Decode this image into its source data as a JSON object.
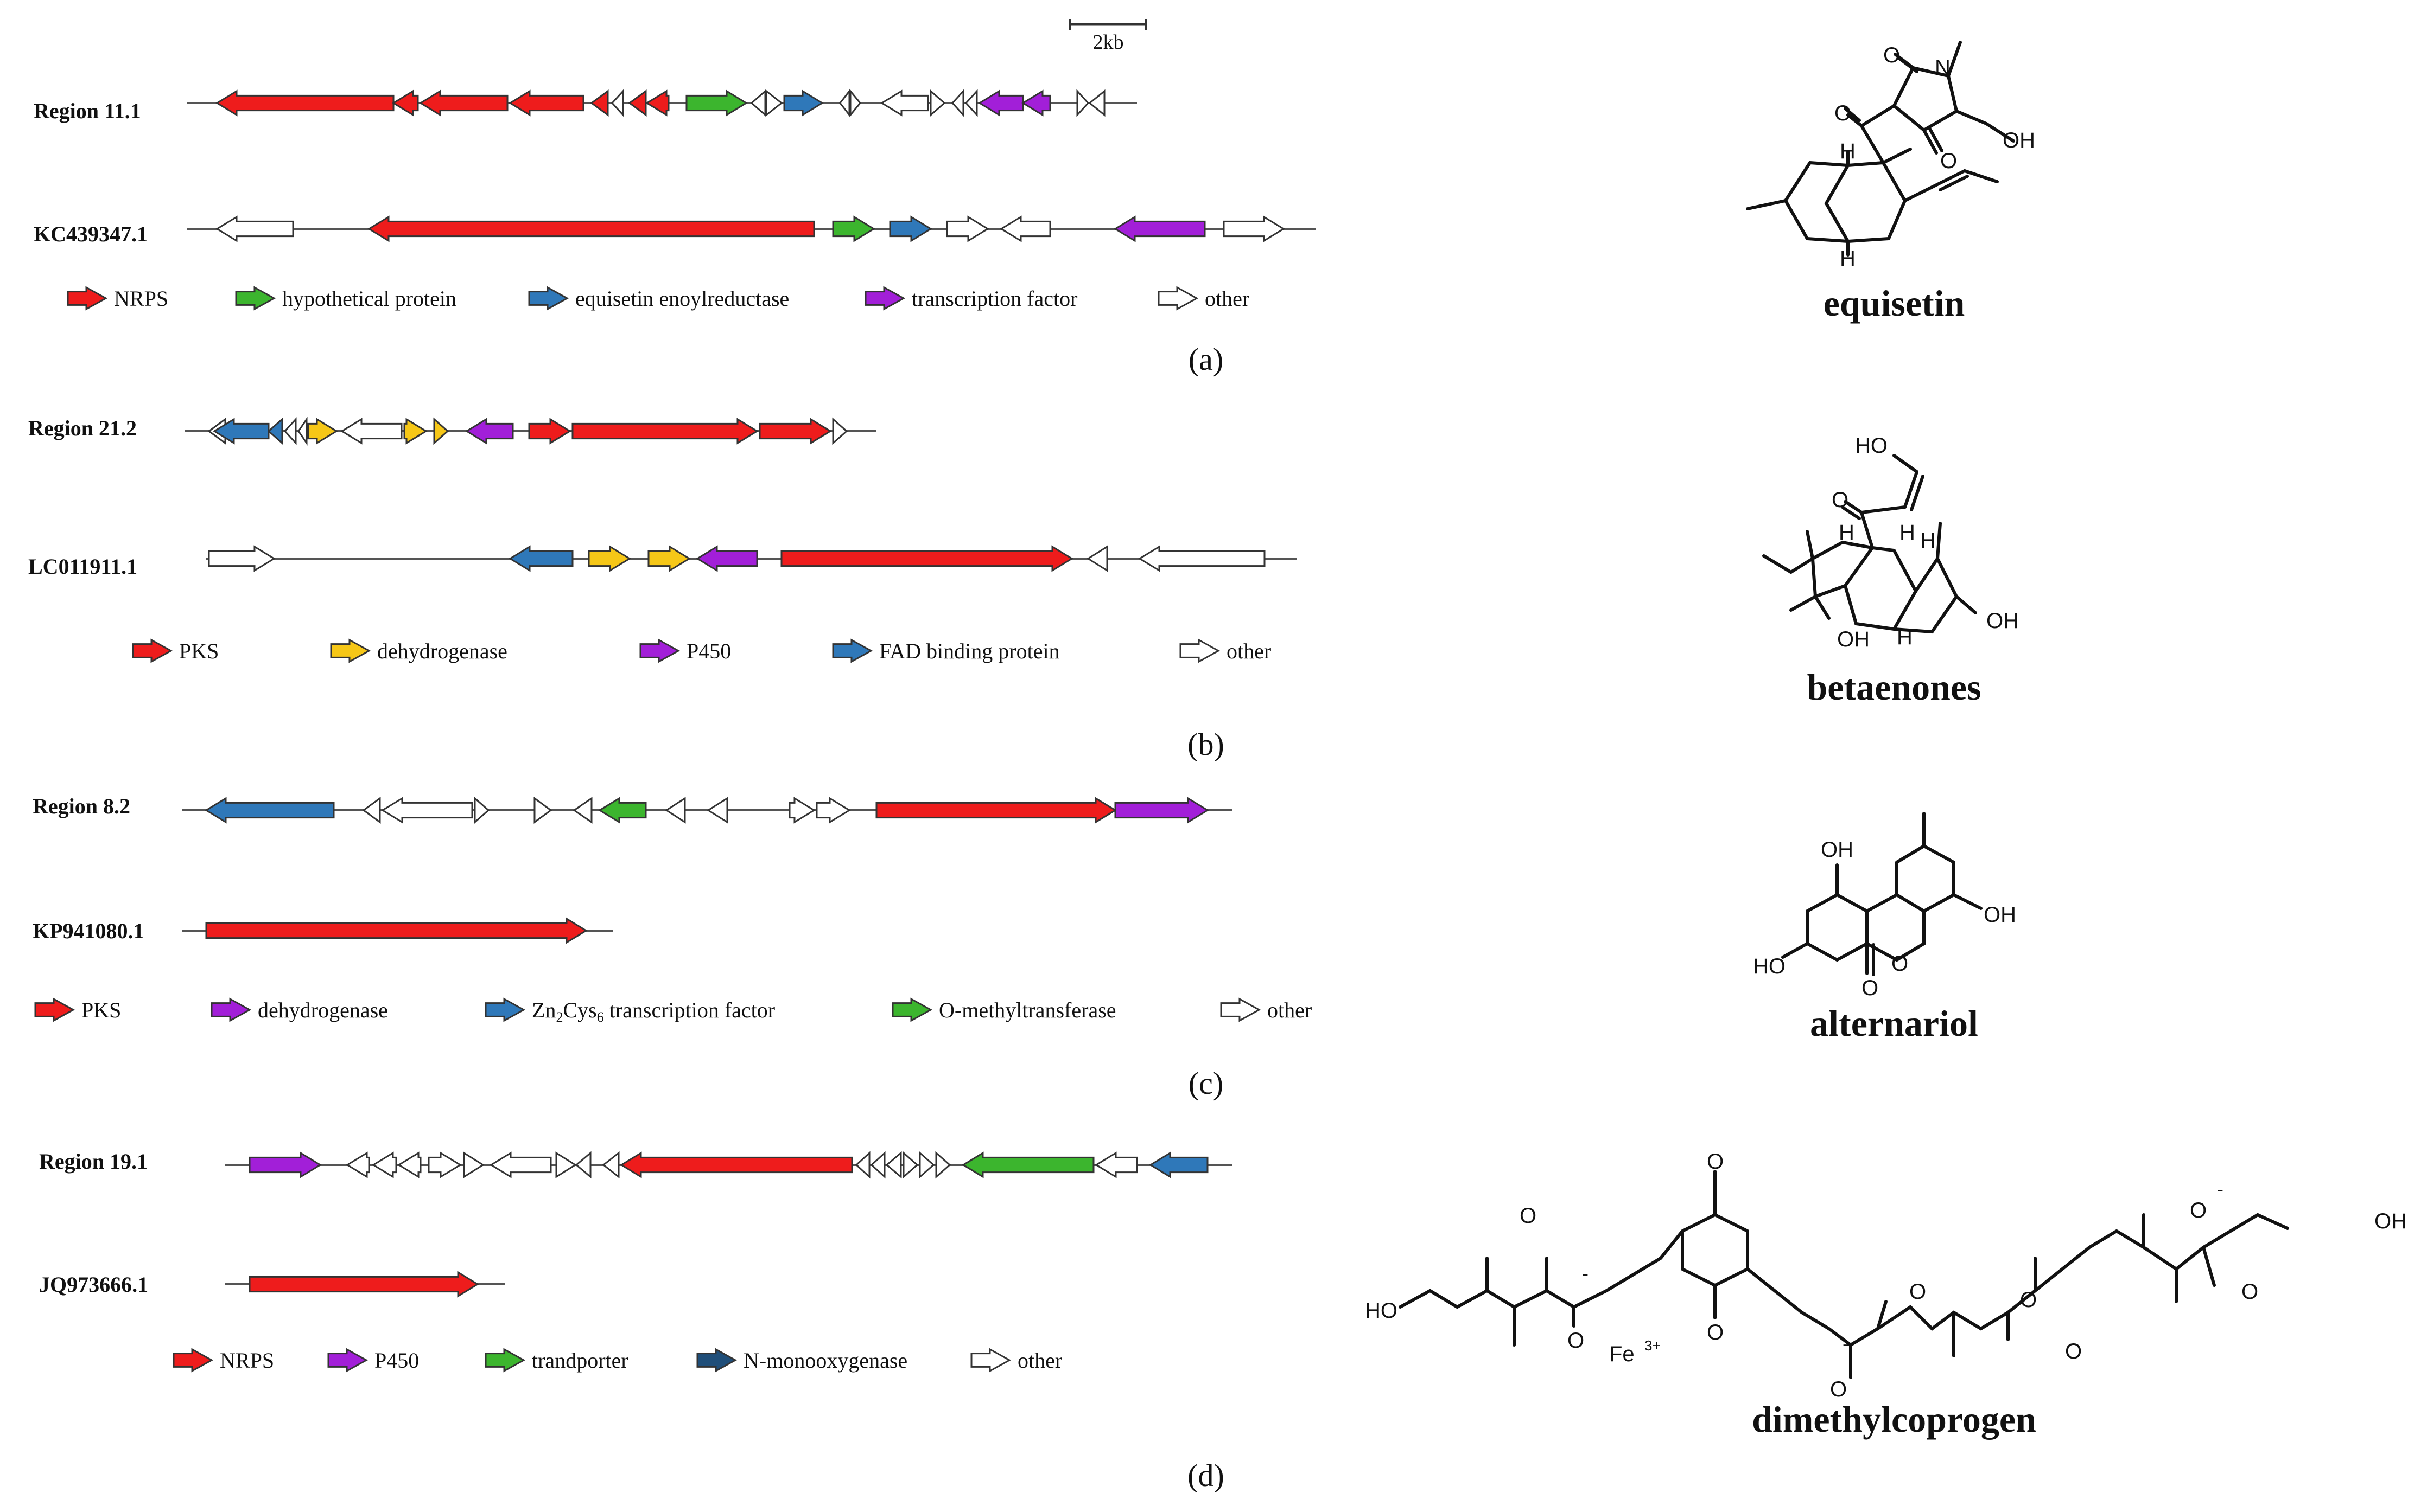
{
  "colors": {
    "red": "#ee1c1c",
    "green": "#3cb52e",
    "blue": "#2f78b9",
    "purple": "#a21fd8",
    "yellow": "#f6c717",
    "navy": "#1f4e79",
    "white": "#ffffff",
    "line": "#555555",
    "stroke": "#333333"
  },
  "scale_bar": {
    "label": "2kb"
  },
  "panels": [
    {
      "id": "a",
      "panel_label": "(a)",
      "tracks": [
        {
          "label": "Region 11.1"
        },
        {
          "label": "KC439347.1"
        }
      ],
      "legend": [
        {
          "color": "red",
          "label": "NRPS"
        },
        {
          "color": "green",
          "label": "hypothetical protein"
        },
        {
          "color": "blue",
          "label": "equisetin enoylreductase"
        },
        {
          "color": "purple",
          "label": "transcription factor"
        },
        {
          "color": "white",
          "label": "other"
        }
      ]
    },
    {
      "id": "b",
      "panel_label": "(b)",
      "tracks": [
        {
          "label": "Region 21.2"
        },
        {
          "label": "LC011911.1"
        }
      ],
      "legend": [
        {
          "color": "red",
          "label": "PKS"
        },
        {
          "color": "yellow",
          "label": "dehydrogenase"
        },
        {
          "color": "purple",
          "label": "P450"
        },
        {
          "color": "blue",
          "label": "FAD binding protein"
        },
        {
          "color": "white",
          "label": "other"
        }
      ]
    },
    {
      "id": "c",
      "panel_label": "(c)",
      "tracks": [
        {
          "label": "Region 8.2"
        },
        {
          "label": "KP941080.1"
        }
      ],
      "legend": [
        {
          "color": "red",
          "label": "PKS"
        },
        {
          "color": "purple",
          "label": "dehydrogenase"
        },
        {
          "color": "blue",
          "label_main": "Zn",
          "label_sub1": "2",
          "label_mid": "Cys",
          "label_sub2": "6",
          "label_rest": " transcription factor"
        },
        {
          "color": "green",
          "label": "O-methyltransferase"
        },
        {
          "color": "white",
          "label": "other"
        }
      ]
    },
    {
      "id": "d",
      "panel_label": "(d)",
      "tracks": [
        {
          "label": "Region 19.1"
        },
        {
          "label": "JQ973666.1"
        }
      ],
      "legend": [
        {
          "color": "red",
          "label": "NRPS"
        },
        {
          "color": "purple",
          "label": "P450"
        },
        {
          "color": "green",
          "label": "trandporter"
        },
        {
          "color": "navy",
          "label": "N-monooxygenase"
        },
        {
          "color": "white",
          "label": "other"
        }
      ]
    }
  ],
  "compounds": [
    {
      "name": "equisetin",
      "atoms": {
        "o1": "O",
        "n": "N",
        "o2": "O",
        "o3": "O",
        "oh": "OH",
        "h1": "H",
        "h2": "H"
      }
    },
    {
      "name": "betaenones",
      "atoms": {
        "ho": "HO",
        "o": "O",
        "h1": "H",
        "h2": "H",
        "h3": "H",
        "h4": "H",
        "oh1": "OH",
        "oh2": "OH"
      }
    },
    {
      "name": "alternariol",
      "atoms": {
        "oh1": "OH",
        "oh2": "OH",
        "ho": "HO",
        "o1": "O",
        "o2": "O"
      }
    },
    {
      "name": "dimethylcoprogen",
      "atoms": {
        "ho": "HO",
        "oh": "OH",
        "fe": "Fe",
        "fe_sup": "3+",
        "o_a": "O",
        "o_b": "O",
        "o_c": "O",
        "o_d": "O",
        "o_e": "O",
        "o_f": "O",
        "o_g": "O",
        "o_h": "O",
        "o_i": "O",
        "o_j": "O",
        "minus": "-"
      }
    }
  ]
}
